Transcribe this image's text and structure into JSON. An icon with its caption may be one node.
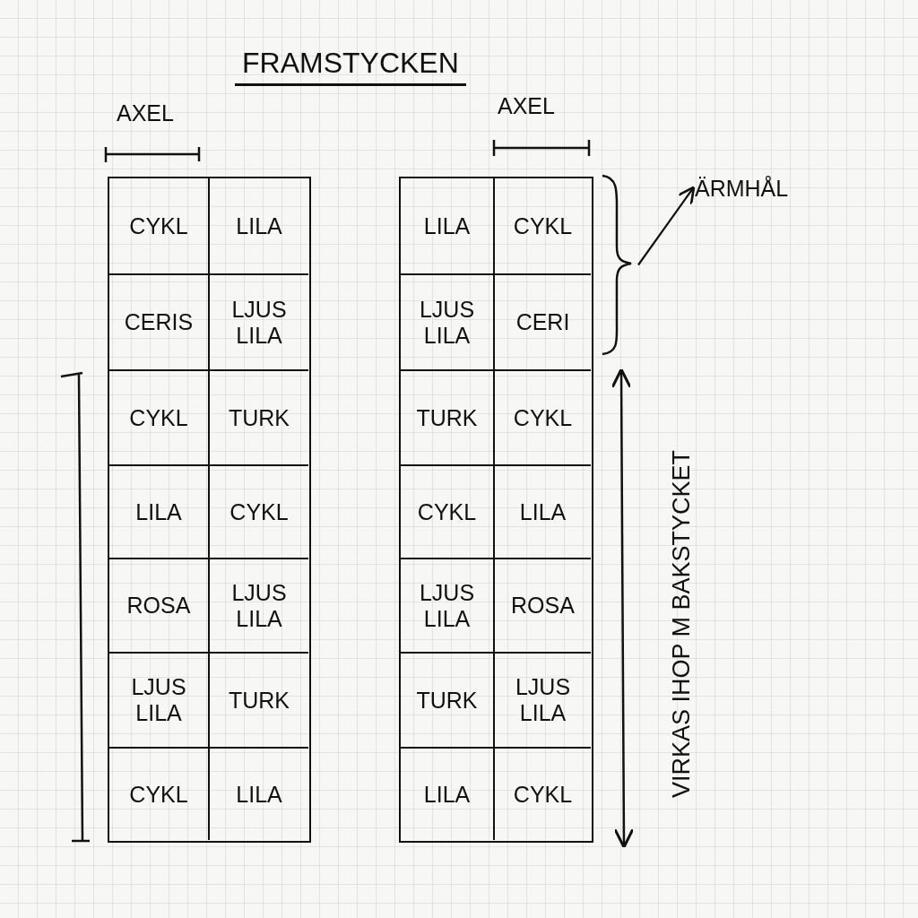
{
  "diagram": {
    "title": "FRAMSTYCKEN",
    "nodes": [
      {
        "text": [],
        "shape": "box"
      },
      {
        "text": [
          "CYKL"
        ],
        "in": 0
      },
      {
        "text": [
          "LILA"
        ],
        "in": 0
      },
      {
        "text": [
          "CERIS"
        ],
        "in": 0
      },
      {
        "text": [
          "LJUS LILA"
        ],
        "in": 0
      },
      {
        "text": [
          "CYKL"
        ],
        "in": 0
      },
      {
        "text": [
          "TURK"
        ],
        "in": 0
      },
      {
        "text": [
          "LILA"
        ],
        "in": 0
      },
      {
        "text": [
          "CYKL"
        ],
        "in": 0
      },
      {
        "text": [
          "ROSA"
        ],
        "in": 0
      },
      {
        "text": [
          "LJUS LILA"
        ],
        "in": 0
      },
      {
        "text": [
          "LJUS LILA"
        ],
        "in": 0
      },
      {
        "text": [
          "TURK"
        ],
        "in": 0
      },
      {
        "text": [
          "CYKL"
        ],
        "in": 0
      },
      {
        "text": [
          "LILA"
        ],
        "in": 0
      },
      {
        "text": [],
        "shape": "box"
      },
      {
        "text": [
          "LILA"
        ],
        "in": 15
      },
      {
        "text": [
          "CYKL"
        ],
        "in": 15
      },
      {
        "text": [
          "LJUS LILA"
        ],
        "in": 15
      },
      {
        "text": [
          "CERI"
        ],
        "in": 15
      },
      {
        "text": [
          "TURK"
        ],
        "in": 15
      },
      {
        "text": [
          "CYKL"
        ],
        "in": 15
      },
      {
        "text": [
          "CYKL"
        ],
        "in": 15
      },
      {
        "text": [
          "LILA"
        ],
        "in": 15
      },
      {
        "text": [
          "LJUS LILA"
        ],
        "in": 15
      },
      {
        "text": [
          "ROSA"
        ],
        "in": 15
      },
      {
        "text": [
          "TURK"
        ],
        "in": 15
      },
      {
        "text": [
          "LJUS LILA"
        ],
        "in": 15
      },
      {
        "text": [
          "LILA"
        ],
        "in": 15
      },
      {
        "text": [
          "CYKL"
        ],
        "in": 15
      },
      {
        "text": [
          "ÄRMHÅL"
        ]
      },
      {
        "text": [],
        "shape": "brace"
      }
    ],
    "edges": [
      {
        "from": 31,
        "to": 30,
        "arrow": "to"
      }
    ],
    "labels": [
      "AXEL",
      "AXEL",
      "VIRKAS IHOP M BAKSTYCKET"
    ]
  }
}
